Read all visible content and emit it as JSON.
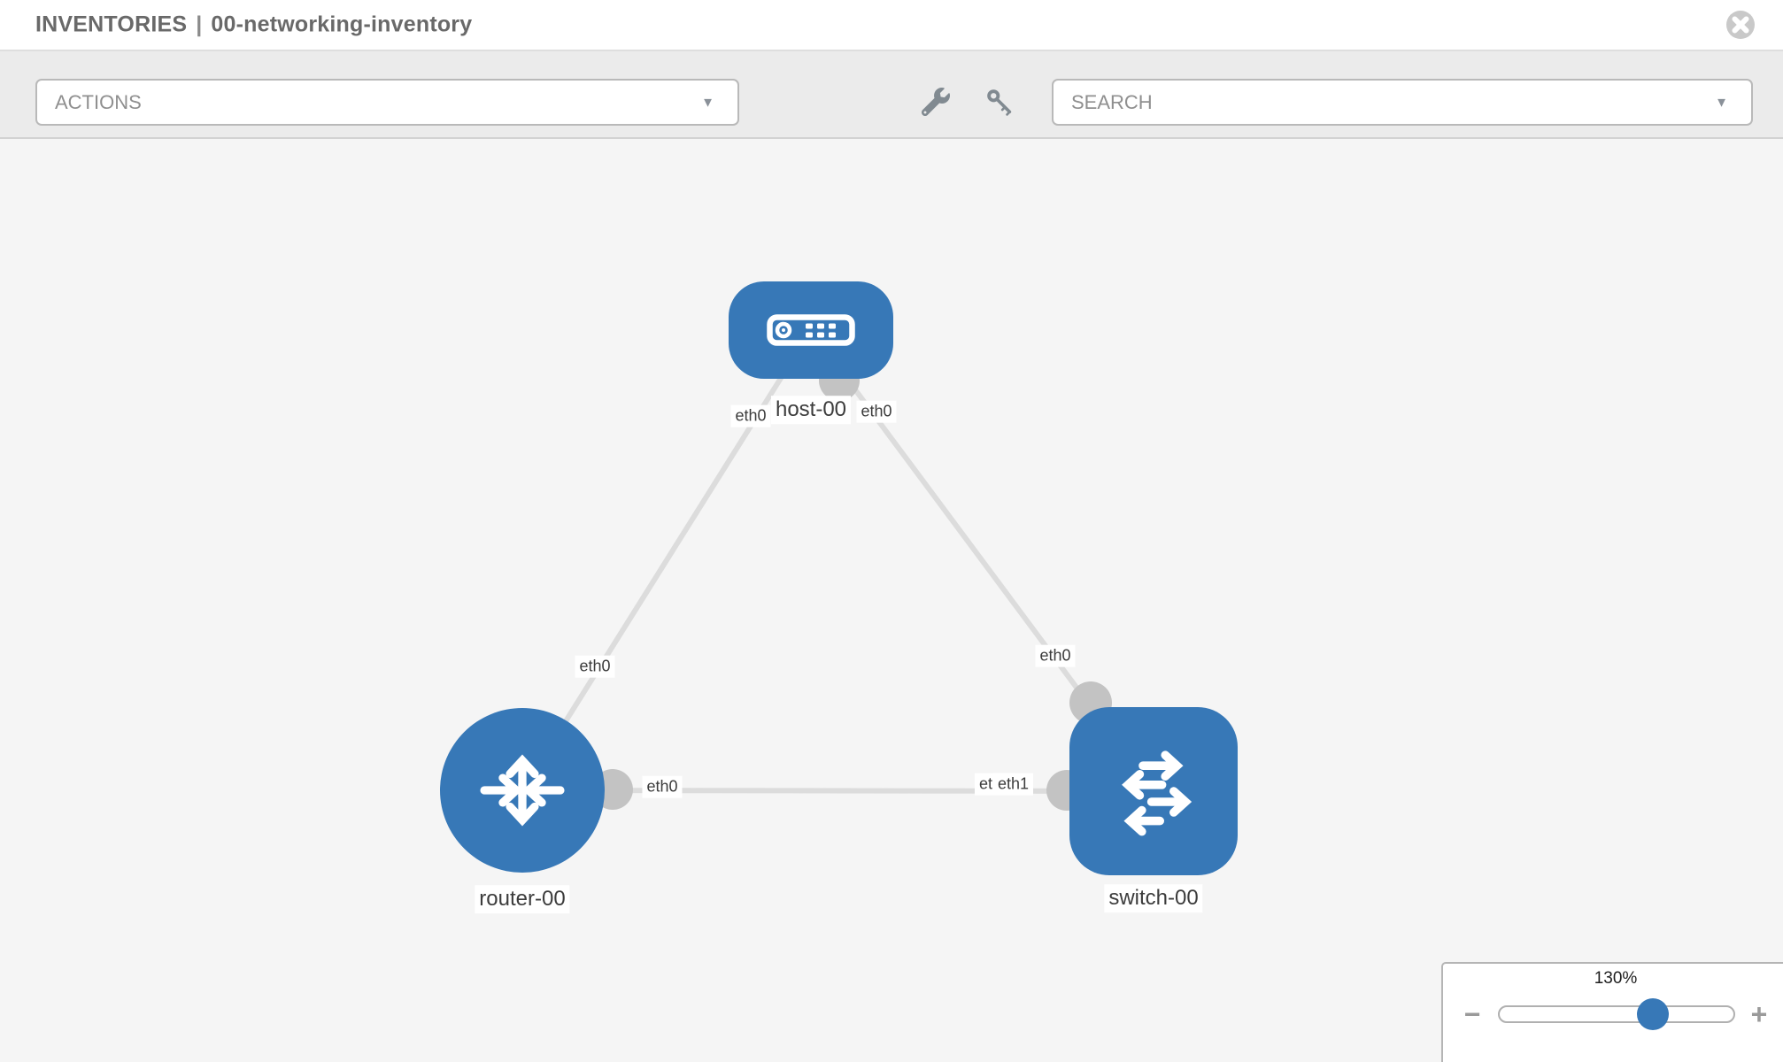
{
  "header": {
    "section": "INVENTORIES",
    "separator": "|",
    "inventory_name": "00-networking-inventory",
    "close_icon": "close-icon"
  },
  "toolbar": {
    "actions_label": "ACTIONS",
    "search_label": "SEARCH",
    "caret": "▼",
    "icons": [
      "wrench-icon",
      "key-icon"
    ]
  },
  "topology": {
    "nodes": [
      {
        "id": "host-00",
        "type": "host",
        "label": "host-00",
        "icon": "host-icon"
      },
      {
        "id": "router-00",
        "type": "router",
        "label": "router-00",
        "icon": "router-icon"
      },
      {
        "id": "switch-00",
        "type": "switch",
        "label": "switch-00",
        "icon": "switch-icon"
      }
    ],
    "links": [
      {
        "from": "host-00",
        "to": "router-00",
        "from_interface": "eth0",
        "to_interface": "eth0"
      },
      {
        "from": "host-00",
        "to": "switch-00",
        "from_interface": "eth0",
        "to_interface": "eth0"
      },
      {
        "from": "router-00",
        "to": "switch-00",
        "from_interface": "eth0",
        "to_interface": "eth1"
      }
    ]
  },
  "zoom": {
    "value": "130%",
    "minus_label": "−",
    "plus_label": "+",
    "percent": 130
  },
  "colors": {
    "node_blue": "#3778b7",
    "link_gray": "#dcdcdc",
    "interface_gray": "#c3c3c3",
    "canvas_bg": "#f5f5f5",
    "toolbar_bg": "#ebebeb",
    "icon_gray": "#818a91"
  }
}
